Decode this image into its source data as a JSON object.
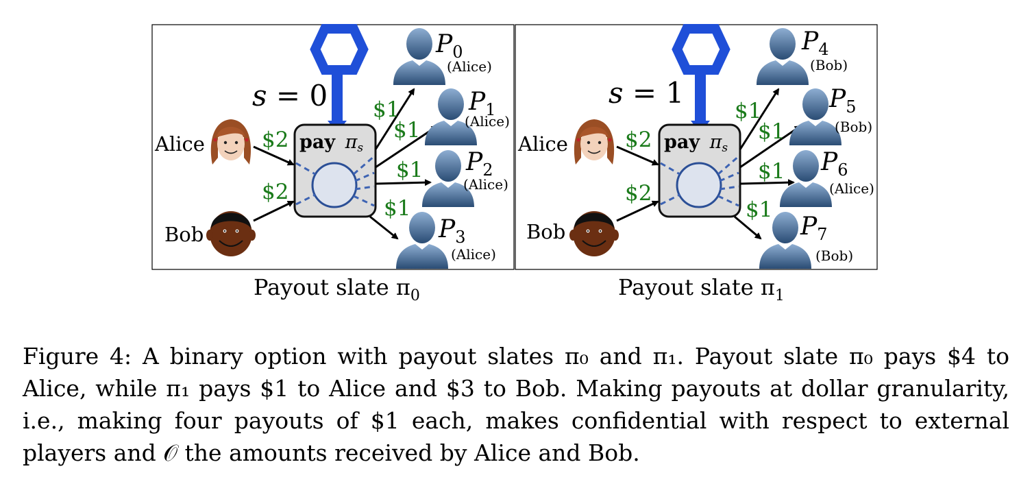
{
  "panels": [
    {
      "state": "s = 0",
      "box_label_bold": "pay",
      "box_label_math": "π",
      "box_label_sub": "s",
      "alice_label": "Alice",
      "bob_label": "Bob",
      "alice_deposit": "$2",
      "bob_deposit": "$2",
      "payouts": [
        {
          "amount": "$1",
          "party": "P",
          "index": "0",
          "owner": "(Alice)"
        },
        {
          "amount": "$1",
          "party": "P",
          "index": "1",
          "owner": "(Alice)"
        },
        {
          "amount": "$1",
          "party": "P",
          "index": "2",
          "owner": "(Alice)"
        },
        {
          "amount": "$1",
          "party": "P",
          "index": "3",
          "owner": "(Alice)"
        }
      ],
      "slate_label": "Payout slate π",
      "slate_sub": "0"
    },
    {
      "state": "s = 1",
      "box_label_bold": "pay",
      "box_label_math": "π",
      "box_label_sub": "s",
      "alice_label": "Alice",
      "bob_label": "Bob",
      "alice_deposit": "$2",
      "bob_deposit": "$2",
      "payouts": [
        {
          "amount": "$1",
          "party": "P",
          "index": "4",
          "owner": "(Bob)"
        },
        {
          "amount": "$1",
          "party": "P",
          "index": "5",
          "owner": "(Bob)"
        },
        {
          "amount": "$1",
          "party": "P",
          "index": "6",
          "owner": "(Alice)"
        },
        {
          "amount": "$1",
          "party": "P",
          "index": "7",
          "owner": "(Bob)"
        }
      ],
      "slate_label": "Payout slate π",
      "slate_sub": "1"
    }
  ],
  "caption": {
    "line1": "Figure 4: A binary option with payout slates π₀ and π₁. Payout slate π₀ pays $4 to",
    "line2": "Alice, while π₁ pays $1 to Alice and $3 to Bob. Making payouts at dollar granularity,",
    "line3": "i.e., making four payouts of $1 each, makes confidential with respect to external",
    "line4": "players and 𝒪 the amounts received by Alice and Bob."
  },
  "colors": {
    "oracle": "#1f4fd8",
    "money": "#1a7a1a",
    "box_fill": "#dcdcdc",
    "circle_fill": "#dde3ee",
    "circle_stroke": "#2b4f96",
    "dash": "#3d63b3",
    "person_top": "#7a9cc4",
    "person_bottom": "#2c4f78"
  }
}
